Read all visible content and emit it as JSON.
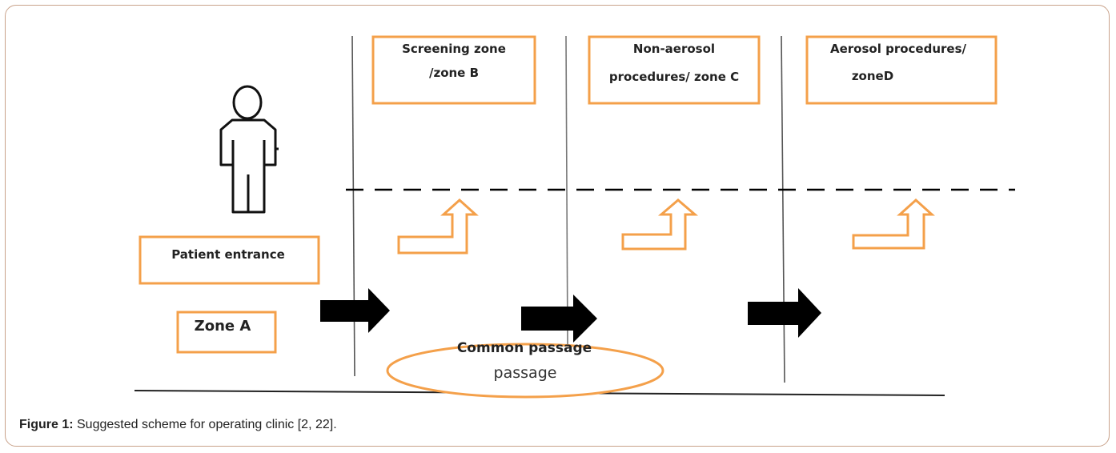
{
  "diagram": {
    "zones": {
      "b": {
        "line1": "Screening zone",
        "line2": "/zone B"
      },
      "c": {
        "line1": "Non-aerosol",
        "line2": "procedures/ zone C"
      },
      "d": {
        "line1": "Aerosol procedures/",
        "line2": "zoneD"
      }
    },
    "patient_entrance": "Patient entrance",
    "zone_a": "Zone A",
    "common_passage": "Common passage",
    "passage": "passage",
    "colors": {
      "box_border": "#f4a04a",
      "arrow": "#000000",
      "line": "#555555"
    },
    "icons": [
      "person-icon",
      "right-arrow-icon",
      "bent-up-arrow-icon"
    ]
  },
  "caption": {
    "label": "Figure 1:",
    "text": " Suggested scheme for operating clinic [2, 22]."
  }
}
